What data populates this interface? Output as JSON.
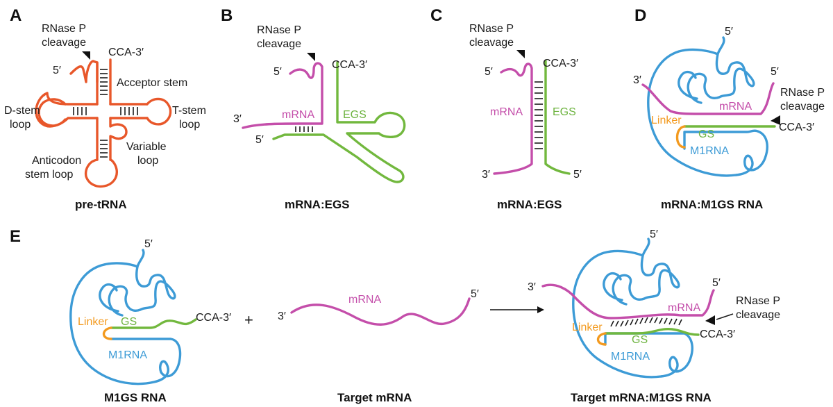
{
  "panels": {
    "a": "A",
    "b": "B",
    "c": "C",
    "d": "D",
    "e": "E"
  },
  "captions": {
    "a": "pre-tRNA",
    "b": "mRNA:EGS",
    "c": "mRNA:EGS",
    "d": "mRNA:M1GS RNA",
    "e1": "M1GS RNA",
    "e2": "Target mRNA",
    "e3": "Target mRNA:M1GS RNA"
  },
  "labels": {
    "rnase_p": "RNase P",
    "cleavage": "cleavage",
    "cca3": "CCA-3′",
    "five_prime": "5′",
    "three_prime": "3′",
    "acceptor_stem": "Acceptor stem",
    "d_stem": "D-stem",
    "loop": "loop",
    "t_stem": "T-stem",
    "variable": "Variable",
    "anticodon": "Anticodon",
    "stem_loop": "stem loop",
    "mrna": "mRNA",
    "egs": "EGS",
    "linker": "Linker",
    "gs": "GS",
    "m1rna": "M1RNA",
    "plus": "+"
  },
  "colors": {
    "trna": "#e8572a",
    "mrna": "#c44eaa",
    "egs_gs": "#6db33f",
    "m1rna": "#3d9bd6",
    "linker": "#f39a1f"
  }
}
